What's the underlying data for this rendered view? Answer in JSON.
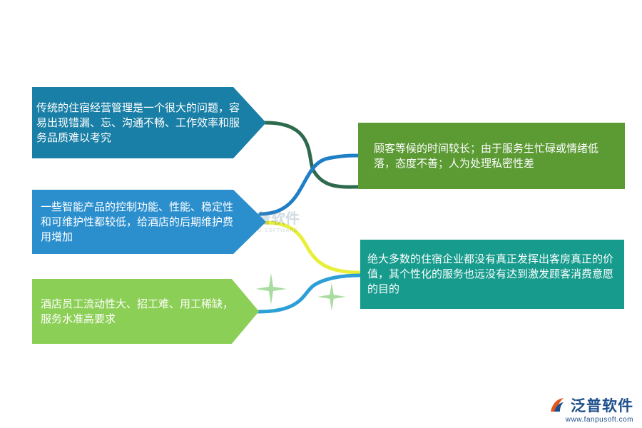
{
  "diagram": {
    "problems_left": [
      {
        "text": "传统的住宿经营管理是一个很大的问题，容易出现错漏、忘、沟通不畅、工作效率和服务品质难以考究",
        "color": "#1a7fa6"
      },
      {
        "text": "一些智能产品的控制功能、性能、稳定性和可维护性都较低，给酒店的后期维护费用增加",
        "color": "#2b8fce"
      },
      {
        "text": "酒店员工流动性大、招工难、用工稀缺，服务水准高要求",
        "color": "#8ccf56"
      }
    ],
    "problems_right": [
      {
        "text": "顾客等候的时间较长；由于服务生忙碌或情绪低落，态度不善；人为处理私密性差",
        "color": "#5c9a34"
      },
      {
        "text": "绝大多数的住宿企业都没有真正发挥出客房真正的价值，其个性化的服务也远没有达到激发顾客消费意愿的目的",
        "color": "#169b8d"
      }
    ],
    "connector_colors": [
      "#2e6b4e",
      "#1f7fc6",
      "#e8ef3a",
      "#2b9fd6"
    ]
  },
  "watermark": {
    "name": "泛普软件",
    "sub": "FANPU SOFTWARE"
  },
  "brand": {
    "name": "泛普软件",
    "url": "www.fanpusoft.com",
    "logo_icon": "fanpu-logo-icon"
  }
}
